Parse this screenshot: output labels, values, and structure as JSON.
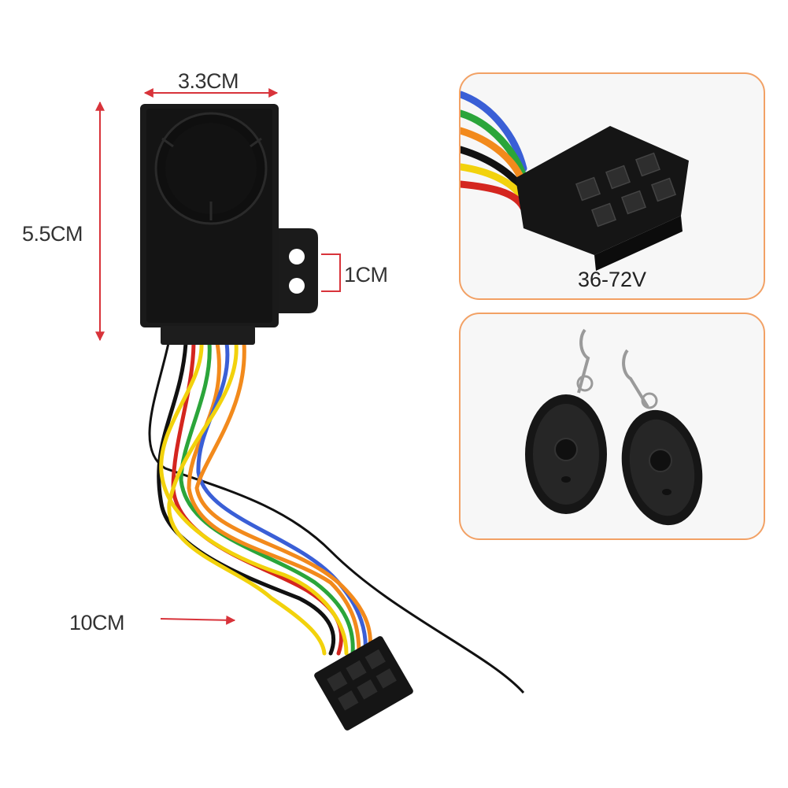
{
  "labels": {
    "width": "3.3CM",
    "height": "5.5CM",
    "mount_hole": "1CM",
    "cable_length": "10CM"
  },
  "connector_panel": {
    "caption": "36-72V"
  },
  "colors": {
    "dimension_arrow": "#d8333a",
    "panel_border": "#f2a165",
    "wire_black": "#111111",
    "wire_red": "#d4261f",
    "wire_yellow": "#f2d20c",
    "wire_orange": "#f28a1c",
    "wire_green": "#2ba53a",
    "wire_blue": "#3a5fd6"
  },
  "icons": [
    "alarm-siren-icon",
    "connector-plug-icon",
    "remote-keyfob-icon"
  ]
}
